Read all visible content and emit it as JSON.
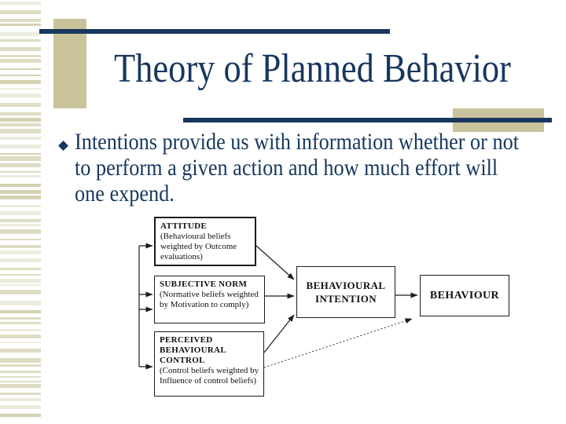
{
  "slide": {
    "title": "Theory of Planned Behavior",
    "bullet": {
      "glyph": "◆",
      "text": "Intentions provide us with information whether or not to perform a given action and how much effort will one expend."
    }
  },
  "diagram": {
    "attitude": {
      "title": "ATTITUDE",
      "desc": "(Behavioural beliefs weighted by Outcome evaluations)"
    },
    "subjective_norm": {
      "title": "SUBJECTIVE NORM",
      "desc": "(Normative beliefs weighted by Motivation to comply)"
    },
    "perceived_control": {
      "title": "PERCEIVED BEHAVIOURAL CONTROL",
      "desc": "(Control beliefs weighted by Influence of control beliefs)"
    },
    "intention": {
      "title": "BEHAVIOURAL INTENTION"
    },
    "behaviour": {
      "title": "BEHAVIOUR"
    }
  },
  "colors": {
    "navy": "#17375E",
    "tan_accent": "#C9C39B",
    "stripe_a": "#DEDCC3",
    "stripe_b": "#D5D2B2",
    "stripe_c": "#ECEBDE",
    "diagram_line": "#1C1C1C"
  }
}
